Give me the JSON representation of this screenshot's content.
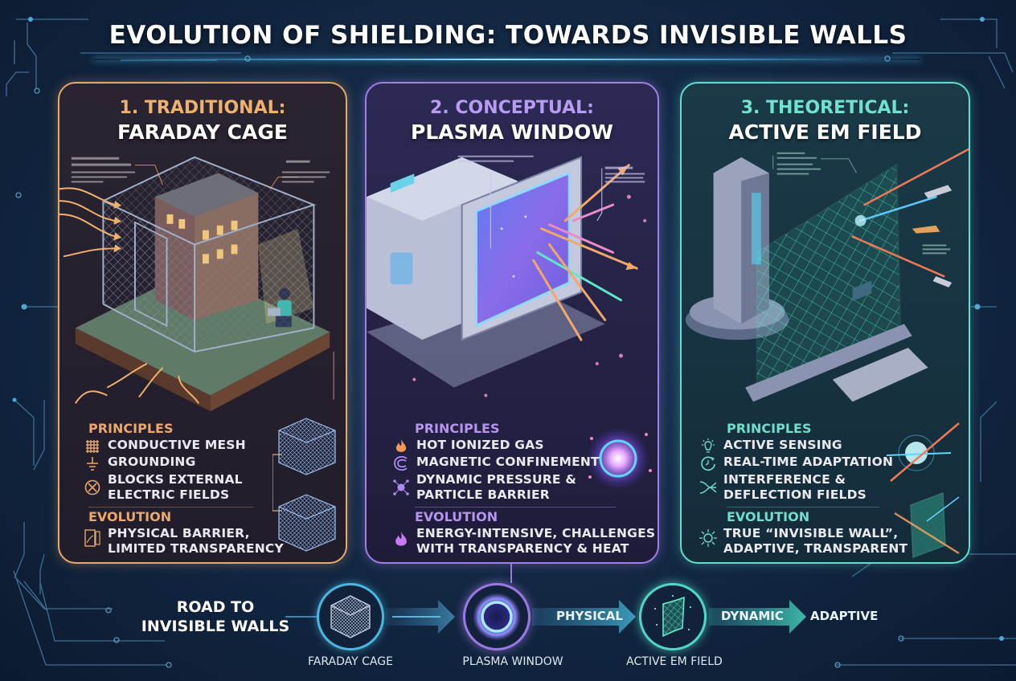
{
  "title": "EVOLUTION OF SHIELDING: TOWARDS INVISIBLE WALLS",
  "colors": {
    "background": "#142a46",
    "traditional_accent": "#e8a86a",
    "conceptual_accent": "#a07ee6",
    "theoretical_accent": "#5fe0cf",
    "road_accent": "#49b7e0"
  },
  "cards": [
    {
      "kicker": "1. TRADITIONAL:",
      "name": "FARADAY CAGE",
      "illustration": "faraday-cage-building-with-person-at-laptop",
      "principles_label": "PRINCIPLES",
      "principles": [
        {
          "icon": "mesh-grid-icon",
          "text": "CONDUCTIVE MESH"
        },
        {
          "icon": "ground-symbol-icon",
          "text": "GROUNDING"
        },
        {
          "icon": "blocked-circle-x-icon",
          "text": "BLOCKS EXTERNAL ELECTRIC FIELDS"
        }
      ],
      "evolution_label": "EVOLUTION",
      "evolution": {
        "icon": "barrier-panel-icon",
        "text": "PHYSICAL BARRIER, LIMITED TRANSPARENCY"
      }
    },
    {
      "kicker": "2. CONCEPTUAL:",
      "name": "PLASMA WINDOW",
      "illustration": "plasma-window-portal-deflecting-particles",
      "principles_label": "PRINCIPLES",
      "principles": [
        {
          "icon": "flame-icon",
          "text": "HOT IONIZED GAS"
        },
        {
          "icon": "magnet-icon",
          "text": "MAGNETIC CONFINEMENT"
        },
        {
          "icon": "particle-node-icon",
          "text": "DYNAMIC PRESSURE & PARTICLE BARRIER"
        }
      ],
      "evolution_label": "EVOLUTION",
      "evolution": {
        "icon": "flame-icon",
        "text": "ENERGY-INTENSIVE, CHALLENGES WITH TRANSPARENCY & HEAT"
      }
    },
    {
      "kicker": "3. THEORETICAL:",
      "name": "ACTIVE EM FIELD",
      "illustration": "active-em-field-deflecting-lasers-and-missiles",
      "principles_label": "PRINCIPLES",
      "principles": [
        {
          "icon": "lightbulb-icon",
          "text": "ACTIVE SENSING"
        },
        {
          "icon": "refresh-clock-icon",
          "text": "REAL-TIME ADAPTATION"
        },
        {
          "icon": "deflection-arrows-icon",
          "text": "INTERFERENCE & DEFLECTION FIELDS"
        }
      ],
      "evolution_label": "EVOLUTION",
      "evolution": {
        "icon": "star-burst-icon",
        "text": "TRUE “INVISIBLE WALL”, ADAPTIVE, TRANSPARENT"
      }
    }
  ],
  "road": {
    "title_line1": "ROAD TO",
    "title_line2": "INVISIBLE WALLS",
    "nodes": [
      {
        "label": "FARADAY CAGE",
        "icon": "mesh-cube-icon"
      },
      {
        "label": "PLASMA WINDOW",
        "icon": "plasma-ring-icon"
      },
      {
        "label": "ACTIVE EM FIELD",
        "icon": "em-field-panel-icon"
      }
    ],
    "transitions": [
      "PHYSICAL",
      "DYNAMIC",
      "ADAPTIVE"
    ]
  }
}
